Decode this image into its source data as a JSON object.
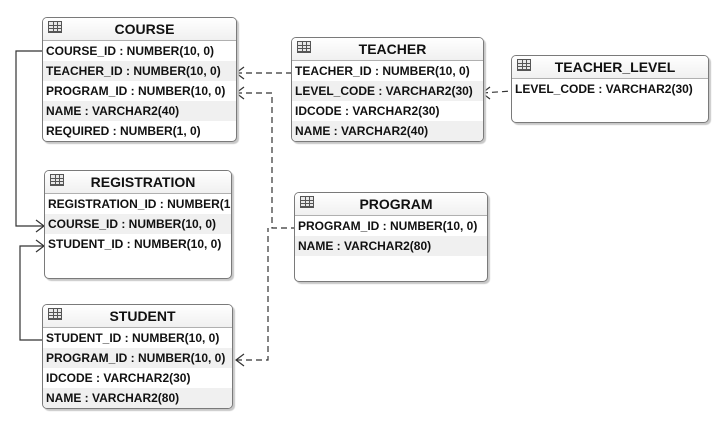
{
  "entities": {
    "course": {
      "name": "COURSE",
      "fields": [
        "COURSE_ID : NUMBER(10, 0)",
        "TEACHER_ID : NUMBER(10, 0)",
        "PROGRAM_ID : NUMBER(10, 0)",
        "NAME : VARCHAR2(40)",
        "REQUIRED : NUMBER(1, 0)"
      ]
    },
    "teacher": {
      "name": "TEACHER",
      "fields": [
        "TEACHER_ID : NUMBER(10, 0)",
        "LEVEL_CODE : VARCHAR2(30)",
        "IDCODE : VARCHAR2(30)",
        "NAME : VARCHAR2(40)"
      ]
    },
    "teacher_level": {
      "name": "TEACHER_LEVEL",
      "fields": [
        "LEVEL_CODE : VARCHAR2(30)"
      ]
    },
    "registration": {
      "name": "REGISTRATION",
      "fields": [
        "REGISTRATION_ID : NUMBER(1",
        "COURSE_ID : NUMBER(10, 0)",
        "STUDENT_ID : NUMBER(10, 0)"
      ]
    },
    "program": {
      "name": "PROGRAM",
      "fields": [
        "PROGRAM_ID : NUMBER(10, 0)",
        "NAME : VARCHAR2(80)"
      ]
    },
    "student": {
      "name": "STUDENT",
      "fields": [
        "STUDENT_ID : NUMBER(10, 0)",
        "PROGRAM_ID : NUMBER(10, 0)",
        "IDCODE : VARCHAR2(30)",
        "NAME : VARCHAR2(80)"
      ]
    }
  },
  "relationships": [
    {
      "from": "COURSE.TEACHER_ID",
      "to": "TEACHER.TEACHER_ID",
      "style": "dashed"
    },
    {
      "from": "TEACHER.LEVEL_CODE",
      "to": "TEACHER_LEVEL.LEVEL_CODE",
      "style": "dashed"
    },
    {
      "from": "COURSE.PROGRAM_ID",
      "to": "PROGRAM.PROGRAM_ID",
      "style": "dashed"
    },
    {
      "from": "STUDENT.PROGRAM_ID",
      "to": "PROGRAM.PROGRAM_ID",
      "style": "dashed"
    },
    {
      "from": "REGISTRATION.COURSE_ID",
      "to": "COURSE.COURSE_ID",
      "style": "solid"
    },
    {
      "from": "REGISTRATION.STUDENT_ID",
      "to": "STUDENT.STUDENT_ID",
      "style": "solid"
    }
  ]
}
